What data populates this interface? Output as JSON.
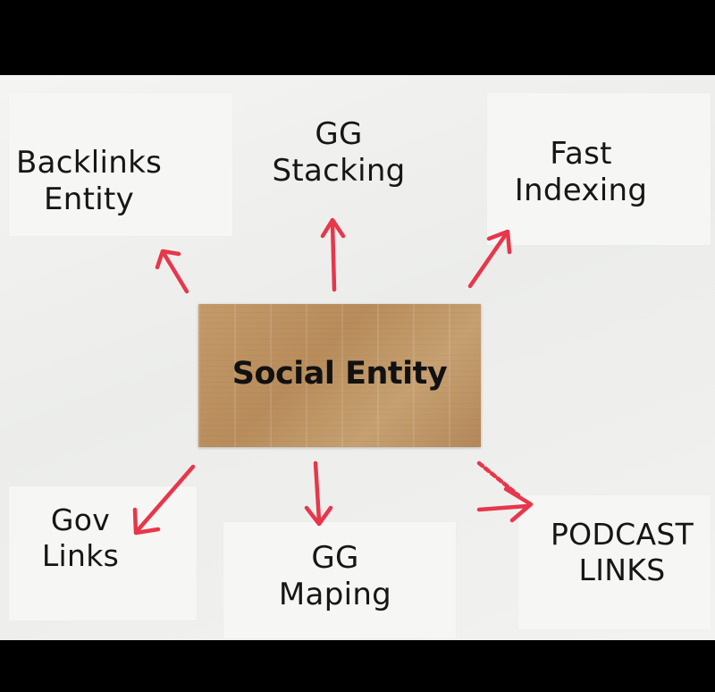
{
  "diagram": {
    "center": {
      "label": "Social Entity"
    },
    "nodes": [
      {
        "id": "backlinks-entity",
        "lines": [
          "Backlinks",
          "Entity"
        ]
      },
      {
        "id": "gg-stacking",
        "lines": [
          "GG",
          "Stacking"
        ]
      },
      {
        "id": "fast-indexing",
        "lines": [
          "Fast",
          "Indexing"
        ]
      },
      {
        "id": "gov-links",
        "lines": [
          "Gov",
          "Links"
        ]
      },
      {
        "id": "gg-maping",
        "lines": [
          "GG",
          "Maping"
        ]
      },
      {
        "id": "podcast-links",
        "lines": [
          "PODCAST",
          "LINKS"
        ]
      }
    ],
    "arrow_color": "#e8364a",
    "cardboard_color": "#c19766"
  }
}
